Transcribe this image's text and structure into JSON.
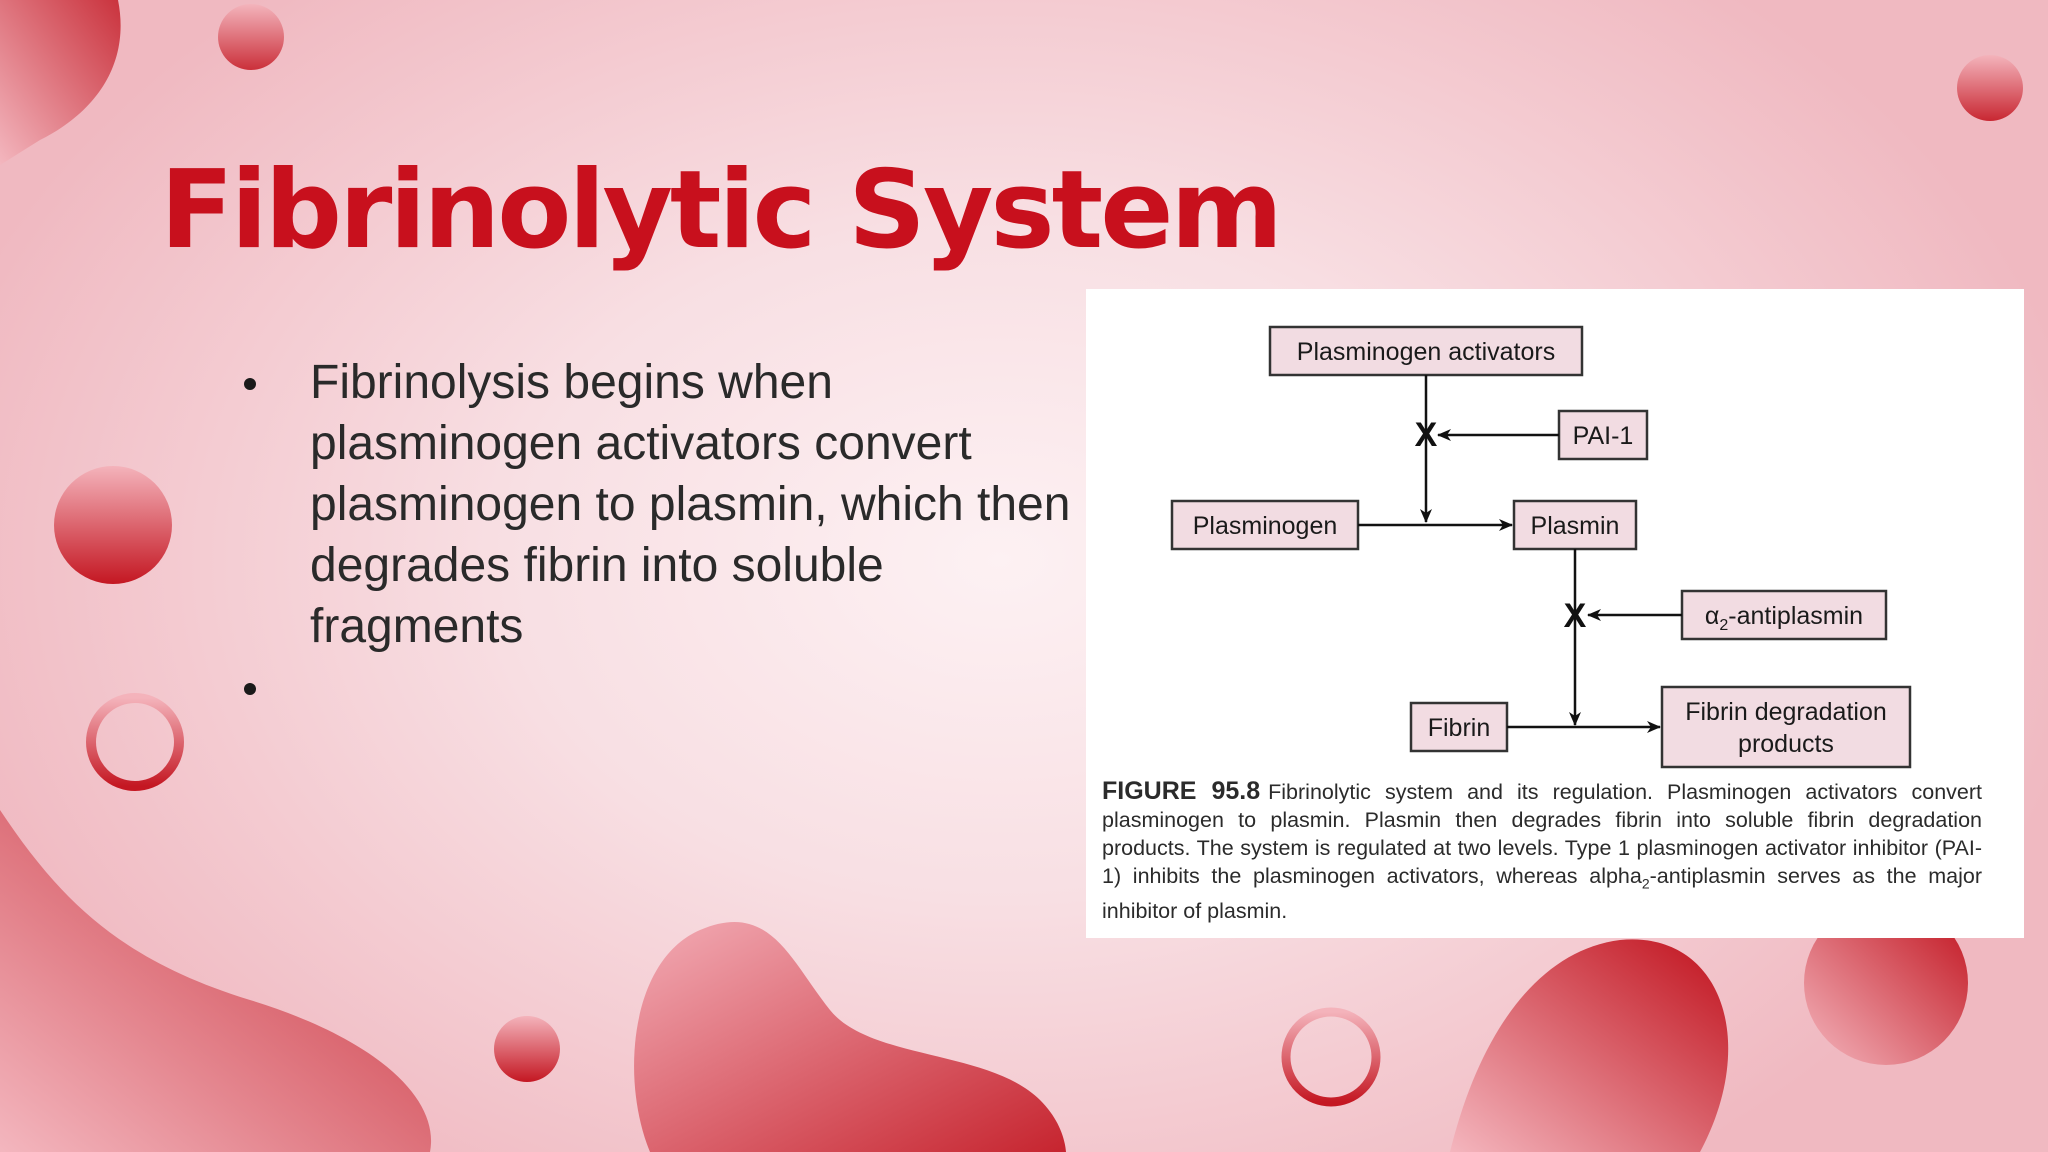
{
  "slide": {
    "title": "Fibrinolytic System",
    "bullets": [
      "Fibrinolysis begins when plasminogen activators convert plasminogen to plasmin, which then degrades fibrin into soluble fragments",
      ""
    ]
  },
  "figure": {
    "nodes": {
      "plasminogen_activators": "Plasminogen activators",
      "pai1": "PAI-1",
      "plasminogen": "Plasminogen",
      "plasmin": "Plasmin",
      "alpha2_prefix": "α",
      "alpha2_sub": "2",
      "alpha2_suffix": "-antiplasmin",
      "fibrin": "Fibrin",
      "fdp_line1": "Fibrin degradation",
      "fdp_line2": "products"
    },
    "inhibition_mark": "X",
    "caption_label": "FIGURE 95.8",
    "caption_part1": "Fibrinolytic system and its regulation. Plasminogen activators convert plasminogen to plasmin. Plasmin then degrades fibrin into soluble fibrin degradation products. The system is regulated at two levels. Type 1 plasminogen activator inhibitor (PAI-1) inhibits the plasminogen activators, whereas alpha",
    "caption_sub": "2",
    "caption_part2": "-antiplasmin serves as the major inhibitor of plasmin."
  },
  "colors": {
    "title": "#c8101d",
    "node_fill": "#f2dce2",
    "node_stroke": "#333333",
    "accent_red": "#c0141f"
  }
}
